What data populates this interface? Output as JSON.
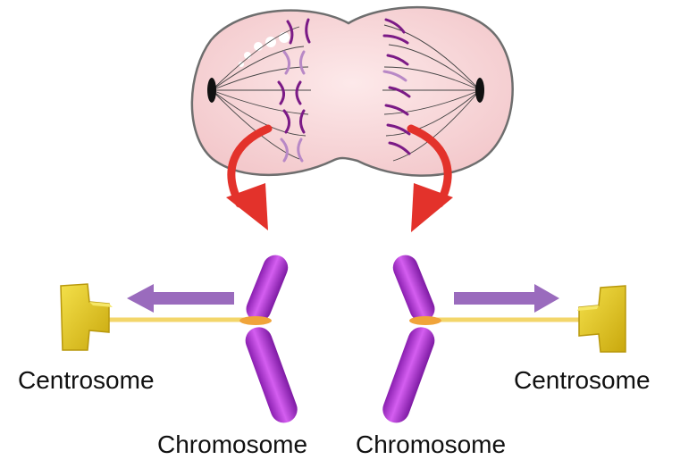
{
  "labels": {
    "centrosome_left": "Centrosome",
    "centrosome_right": "Centrosome",
    "chromosome_left": "Chromosome",
    "chromosome_right": "Chromosome"
  },
  "colors": {
    "cell_fill": "#f6d6d8",
    "cell_outline": "#6e6e6e",
    "spindle_pole": "#111111",
    "chromosome_dark": "#7b1a86",
    "chromosome_light": "#b888c6",
    "red_arrow": "#e3322b",
    "movement_arrow": "#9a6bbd",
    "chromosome_body": "#b43ad6",
    "centromere_ring": "#f0a43a",
    "centrosome": "#e6c71e",
    "spindle_fiber": "#f3d66a"
  },
  "icons": {
    "cell": "dividing-cell-icon",
    "centrosome": "centrosome-icon",
    "chromosome": "chromosome-icon"
  }
}
